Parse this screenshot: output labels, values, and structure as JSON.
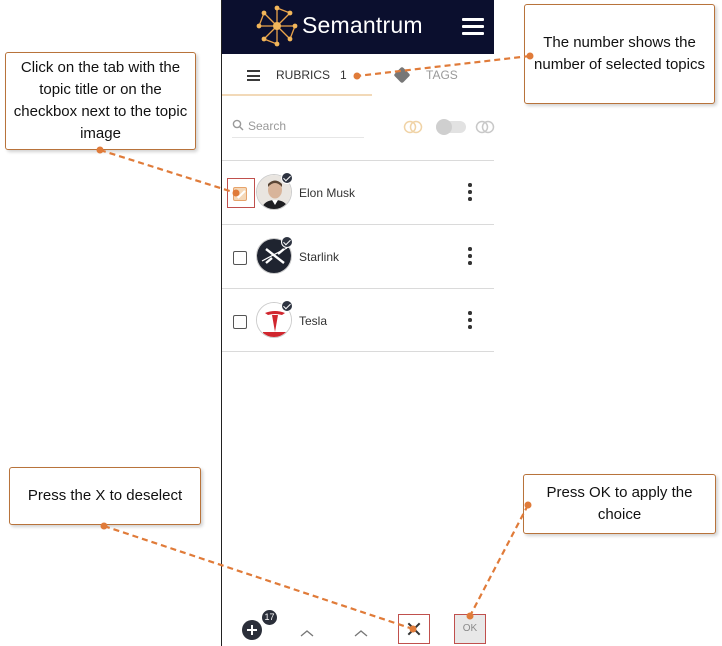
{
  "app": {
    "title": "Semantrum"
  },
  "tabs": [
    {
      "label": "RUBRICS",
      "count": "1"
    },
    {
      "label": "TAGS"
    }
  ],
  "search": {
    "placeholder": "Search"
  },
  "topics": [
    {
      "name": "Elon Musk",
      "checked": true
    },
    {
      "name": "Starlink",
      "checked": false
    },
    {
      "name": "Tesla",
      "checked": false
    }
  ],
  "bottom": {
    "badge": "17",
    "ok_label": "OK"
  },
  "callouts": {
    "tab_hint": "Click on the tab with the topic title or on the checkbox next to the topic image",
    "count_hint": "The number shows the number of selected topics",
    "deselect_hint": "Press the X to deselect",
    "ok_hint": "Press OK to apply the choice"
  },
  "colors": {
    "header": "#0b0f2e",
    "accent": "#e07b39",
    "callout_border": "#b8733b",
    "checked": "#f5d8b8"
  }
}
